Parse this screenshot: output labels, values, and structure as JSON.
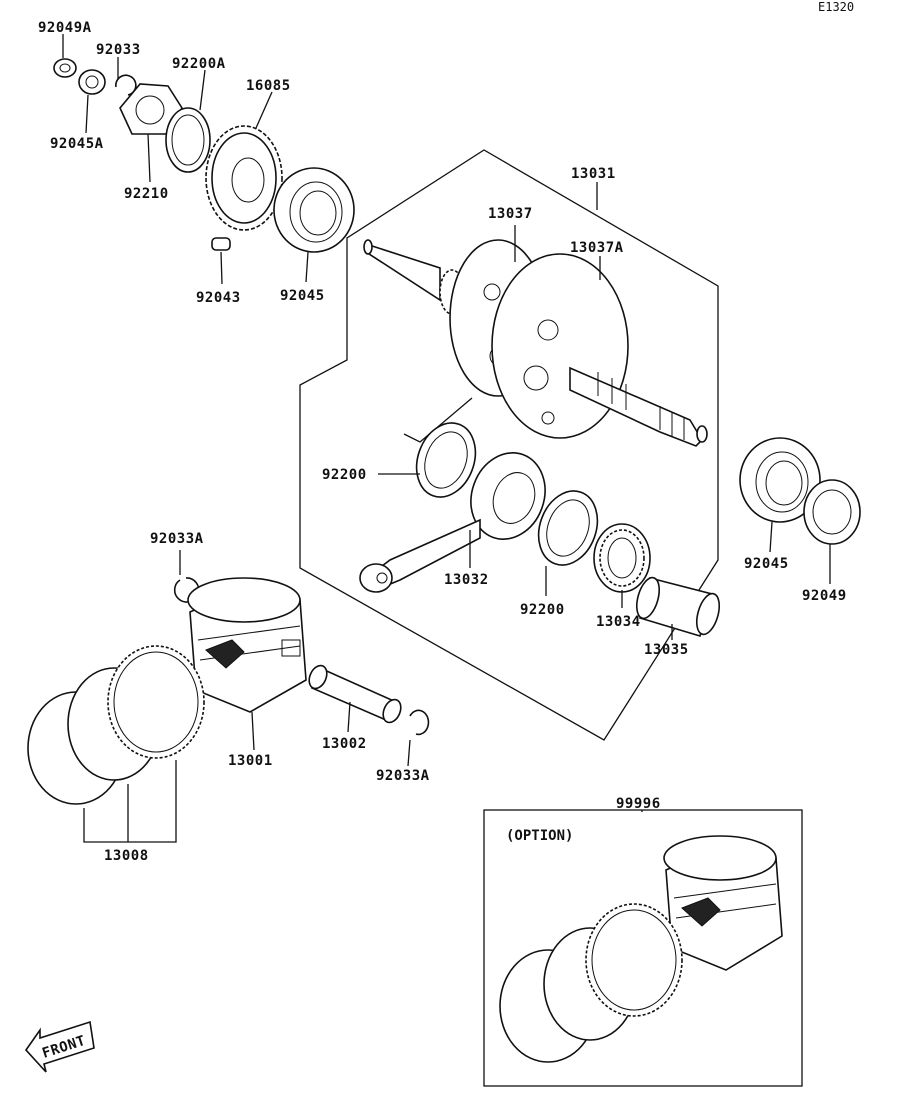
{
  "diagram_code": "E1320",
  "labels": {
    "p92049A": "92049A",
    "p92033_top": "92033",
    "p92200A": "92200A",
    "p16085": "16085",
    "p92045A": "92045A",
    "p92210": "92210",
    "p92043": "92043",
    "p92045_top": "92045",
    "p13031": "13031",
    "p13037": "13037",
    "p13037A": "13037A",
    "p92200_left": "92200",
    "p13032": "13032",
    "p92200_right": "92200",
    "p13034": "13034",
    "p13035": "13035",
    "p92045_right": "92045",
    "p92049": "92049",
    "p92033A_top": "92033A",
    "p13001": "13001",
    "p13002": "13002",
    "p92033A_bottom": "92033A",
    "p13008": "13008",
    "p99996": "99996"
  },
  "option_label": "(OPTION)",
  "front_label": "FRONT"
}
